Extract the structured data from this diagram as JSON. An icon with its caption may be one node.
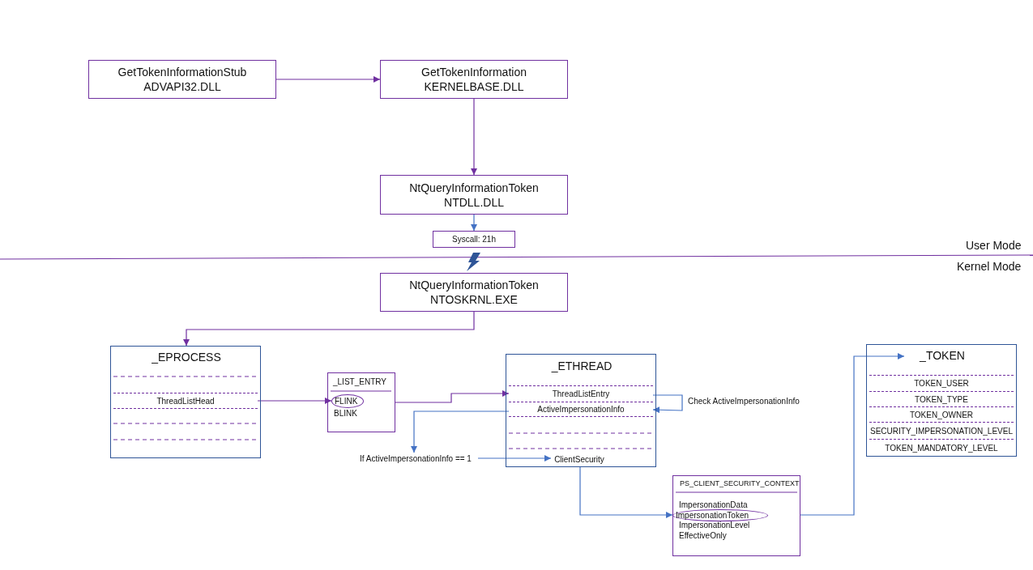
{
  "diagram": {
    "nodes": [
      {
        "text": [
          "GetTokenInformationStub",
          "ADVAPI32.DLL"
        ]
      },
      {
        "text": [
          "GetTokenInformation",
          "KERNELBASE.DLL"
        ]
      },
      {
        "text": [
          "NtQueryInformationToken",
          "NTDLL.DLL"
        ]
      },
      {
        "text": [
          "Syscall: 21h"
        ]
      },
      {
        "text": [
          "NtQueryInformationToken",
          "NTOSKRNL.EXE"
        ]
      },
      {
        "text": [
          "_EPROCESS"
        ]
      },
      {
        "text": [
          "ThreadListHead"
        ],
        "in": 5
      },
      {
        "text": [
          "_LIST_ENTRY"
        ]
      },
      {
        "text": [
          "FLINK"
        ],
        "in": 7
      },
      {
        "text": [
          "BLINK"
        ],
        "in": 7
      },
      {
        "text": [
          "_ETHREAD"
        ]
      },
      {
        "text": [
          "ThreadListEntry"
        ],
        "in": 10
      },
      {
        "text": [
          "ActiveImpersonationInfo"
        ],
        "in": 10
      },
      {
        "text": [
          "ClientSecurity"
        ],
        "in": 10
      },
      {
        "text": [
          "If ActiveImpersonationInfo == 1"
        ]
      },
      {
        "text": [
          "PS_CLIENT_SECURITY_CONTEXT"
        ]
      },
      {
        "text": [
          "ImpersonationData"
        ],
        "in": 15
      },
      {
        "text": [
          "ImpersonationToken"
        ],
        "in": 15
      },
      {
        "text": [
          "ImpersonationLevel"
        ],
        "in": 15
      },
      {
        "text": [
          "EffectiveOnly"
        ],
        "in": 15
      },
      {
        "text": [
          "_TOKEN"
        ]
      },
      {
        "text": [
          "TOKEN_USER"
        ],
        "in": 20
      },
      {
        "text": [
          "TOKEN_TYPE"
        ],
        "in": 20
      },
      {
        "text": [
          "TOKEN_OWNER"
        ],
        "in": 20
      },
      {
        "text": [
          "SECURITY_IMPERSONATION_LEVEL"
        ],
        "in": 20
      },
      {
        "text": [
          "TOKEN_MANDATORY_LEVEL"
        ],
        "in": 20
      }
    ],
    "edges": [
      {
        "from": 0,
        "to": 1,
        "arrow": "to",
        "color": "#7030a0"
      },
      {
        "from": 1,
        "to": 2,
        "arrow": "to",
        "color": "#7030a0"
      },
      {
        "from": 2,
        "to": 3,
        "arrow": "to"
      },
      {
        "from": 4,
        "to": 5,
        "arrow": "to",
        "color": "#7030a0"
      },
      {
        "from": 6,
        "to": 8,
        "arrow": "to",
        "color": "#7030a0"
      },
      {
        "from": 7,
        "to": 11,
        "arrow": "to",
        "color": "#7030a0"
      },
      {
        "from": 11,
        "to": 12,
        "arrow": "to",
        "label": "Check ActiveImpersonationInfo"
      },
      {
        "from": 12,
        "to": 14,
        "arrow": "to"
      },
      {
        "from": 14,
        "to": 13,
        "arrow": "to"
      },
      {
        "from": 13,
        "to": 17,
        "arrow": "to"
      },
      {
        "from": 15,
        "to": 20,
        "arrow": "to"
      }
    ],
    "labels": [
      "User Mode",
      "Kernel Mode"
    ]
  }
}
